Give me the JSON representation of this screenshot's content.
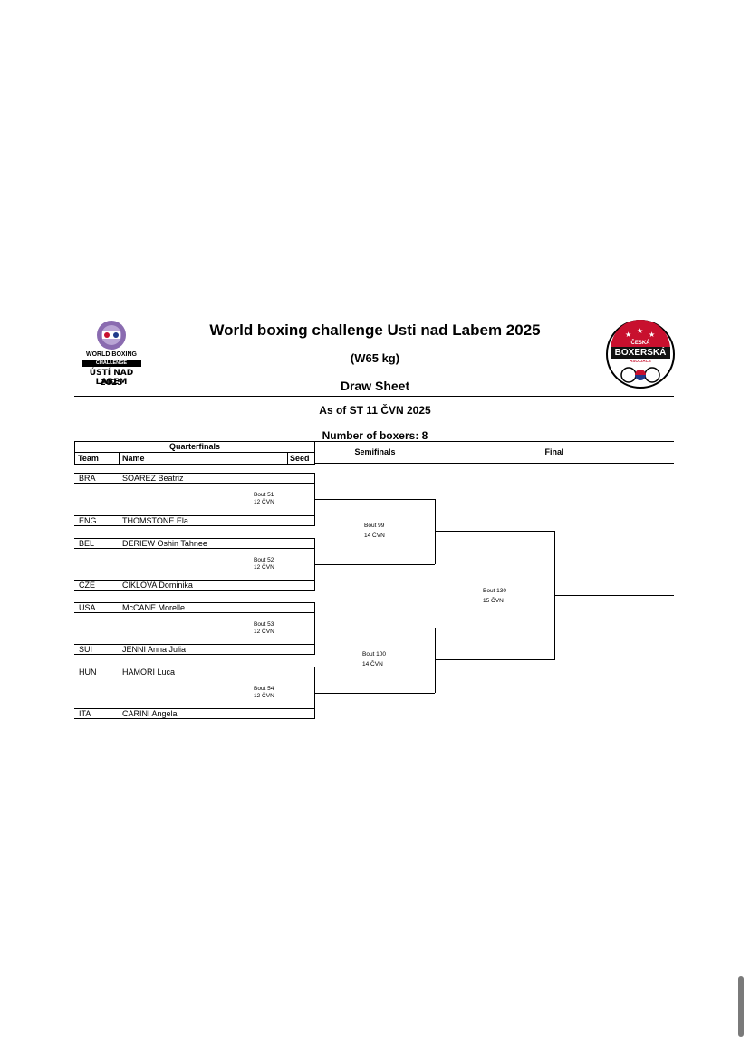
{
  "header": {
    "title": "World boxing challenge Usti nad Labem 2025",
    "weight_class": "(W65 kg)",
    "sheet_type": "Draw Sheet",
    "as_of": "As of ST 11 ČVN 2025",
    "boxer_count": "Number of boxers: 8"
  },
  "left_logo": {
    "line1": "WORLD BOXING",
    "line2": "CHALLENGE",
    "line3": "ÚSTÍ NAD LABEM",
    "line4": "2025",
    "accent": "#8a6bb0"
  },
  "right_logo": {
    "top": "ČESKÁ",
    "main": "BOXERSKÁ",
    "bottom": "ASOCIACE",
    "accent": "#c8102e"
  },
  "columns": {
    "quarterfinals": "Quarterfinals",
    "team": "Team",
    "name": "Name",
    "seed": "Seed",
    "semifinals": "Semifinals",
    "final": "Final"
  },
  "boxers": [
    {
      "team": "BRA",
      "name": "SOAREZ Beatriz",
      "seed": ""
    },
    {
      "team": "ENG",
      "name": "THOMSTONE Ela",
      "seed": ""
    },
    {
      "team": "BEL",
      "name": "DERIEW Oshin Tahnee",
      "seed": ""
    },
    {
      "team": "CZE",
      "name": "CIKLOVA Dominika",
      "seed": ""
    },
    {
      "team": "USA",
      "name": "McCANE Morelle",
      "seed": ""
    },
    {
      "team": "SUI",
      "name": "JENNI Anna Julia",
      "seed": ""
    },
    {
      "team": "HUN",
      "name": "HAMORI Luca",
      "seed": ""
    },
    {
      "team": "ITA",
      "name": "CARINI Angela",
      "seed": ""
    }
  ],
  "quarterfinal_bouts": [
    {
      "bout": "Bout 51",
      "date": "12 ČVN"
    },
    {
      "bout": "Bout 52",
      "date": "12 ČVN"
    },
    {
      "bout": "Bout 53",
      "date": "12 ČVN"
    },
    {
      "bout": "Bout 54",
      "date": "12 ČVN"
    }
  ],
  "semifinal_bouts": [
    {
      "bout": "Bout 99",
      "date": "14 ČVN"
    },
    {
      "bout": "Bout 100",
      "date": "14 ČVN"
    }
  ],
  "final_bout": {
    "bout": "Bout 130",
    "date": "15 ČVN"
  }
}
